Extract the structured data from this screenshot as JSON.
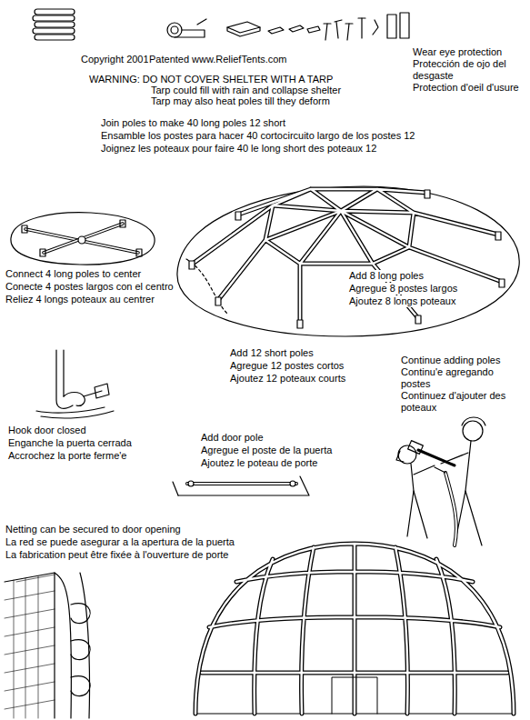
{
  "diagram": {
    "labels": [
      "Copyright 2001",
      "Patented",
      "www.ReliefTents.com",
      "Wear eye protection",
      "Protección de ojo del desgaste",
      "Protection d'oeil d'usure",
      "WARNING: DO NOT COVER SHELTER WITH A TARP",
      "Tarp could fill with rain and collapse shelter",
      "Tarp may also heat poles till they deform",
      "Join poles to make 40 long poles 12 short",
      "Ensamble los postes para hacer 40 cortocircuito largo de los postes 12",
      "Joignez les poteaux pour faire 40 le long short des poteaux 12",
      "Connect 4 long poles to center",
      "Conecte 4 postes largos con el centro",
      "Reliez 4 longs poteaux au centrer",
      "Add 8 long poles",
      "Agregue 8 postes largos",
      "Ajoutez 8 longs poteaux",
      "Add 12 short poles",
      "Agregue 12 postes cortos",
      "Ajoutez 12 poteaux courts",
      "Continue adding poles",
      "Continu'e agregando postes",
      "Continuez d'ajouter des poteaux",
      "Hook door closed",
      "Enganche la puerta cerrada",
      "Accrochez la porte ferme'e",
      "Add door pole",
      "Agregue el poste de la puerta",
      "Ajoutez le poteau de porte",
      "Netting can be secured to door opening",
      "La red se puede asegurar a la apertura de la puerta",
      "La fabrication peut être fixée à l'ouverture de porte"
    ]
  }
}
